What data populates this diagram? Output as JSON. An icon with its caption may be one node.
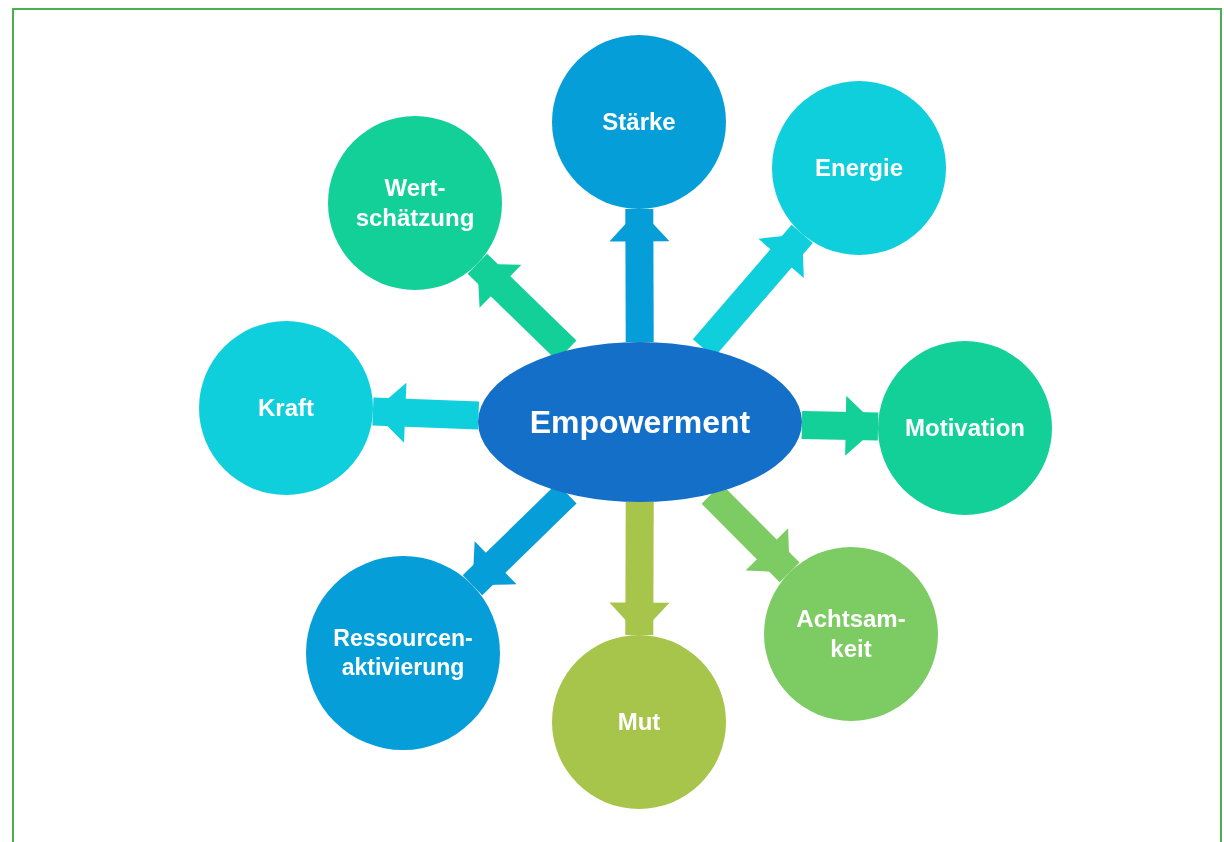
{
  "diagram": {
    "nodes": [
      {
        "text": [
          "Empowerment"
        ]
      },
      {
        "text": [
          "Stärke"
        ]
      },
      {
        "text": [
          "Energie"
        ]
      },
      {
        "text": [
          "Motivation"
        ]
      },
      {
        "text": [
          "Achtsam- keit"
        ]
      },
      {
        "text": [
          "Mut"
        ]
      },
      {
        "text": [
          "Ressourcen- aktivierung"
        ]
      },
      {
        "text": [
          "Kraft"
        ]
      },
      {
        "text": [
          "Wert- schätzung"
        ]
      }
    ],
    "edges": [
      {
        "from": 0,
        "to": 1,
        "arrow": "to",
        "color": "#069ed8"
      },
      {
        "from": 0,
        "to": 2,
        "arrow": "to",
        "color": "#0ecfdb"
      },
      {
        "from": 0,
        "to": 3,
        "arrow": "to",
        "color": "#13cf98"
      },
      {
        "from": 0,
        "to": 4,
        "arrow": "to",
        "color": "#7ccb63"
      },
      {
        "from": 0,
        "to": 5,
        "arrow": "to",
        "color": "#a7c44b"
      },
      {
        "from": 0,
        "to": 6,
        "arrow": "to",
        "color": "#069ed8"
      },
      {
        "from": 0,
        "to": 7,
        "arrow": "to",
        "color": "#0ecfdb"
      },
      {
        "from": 0,
        "to": 8,
        "arrow": "to",
        "color": "#13cf98"
      }
    ]
  }
}
